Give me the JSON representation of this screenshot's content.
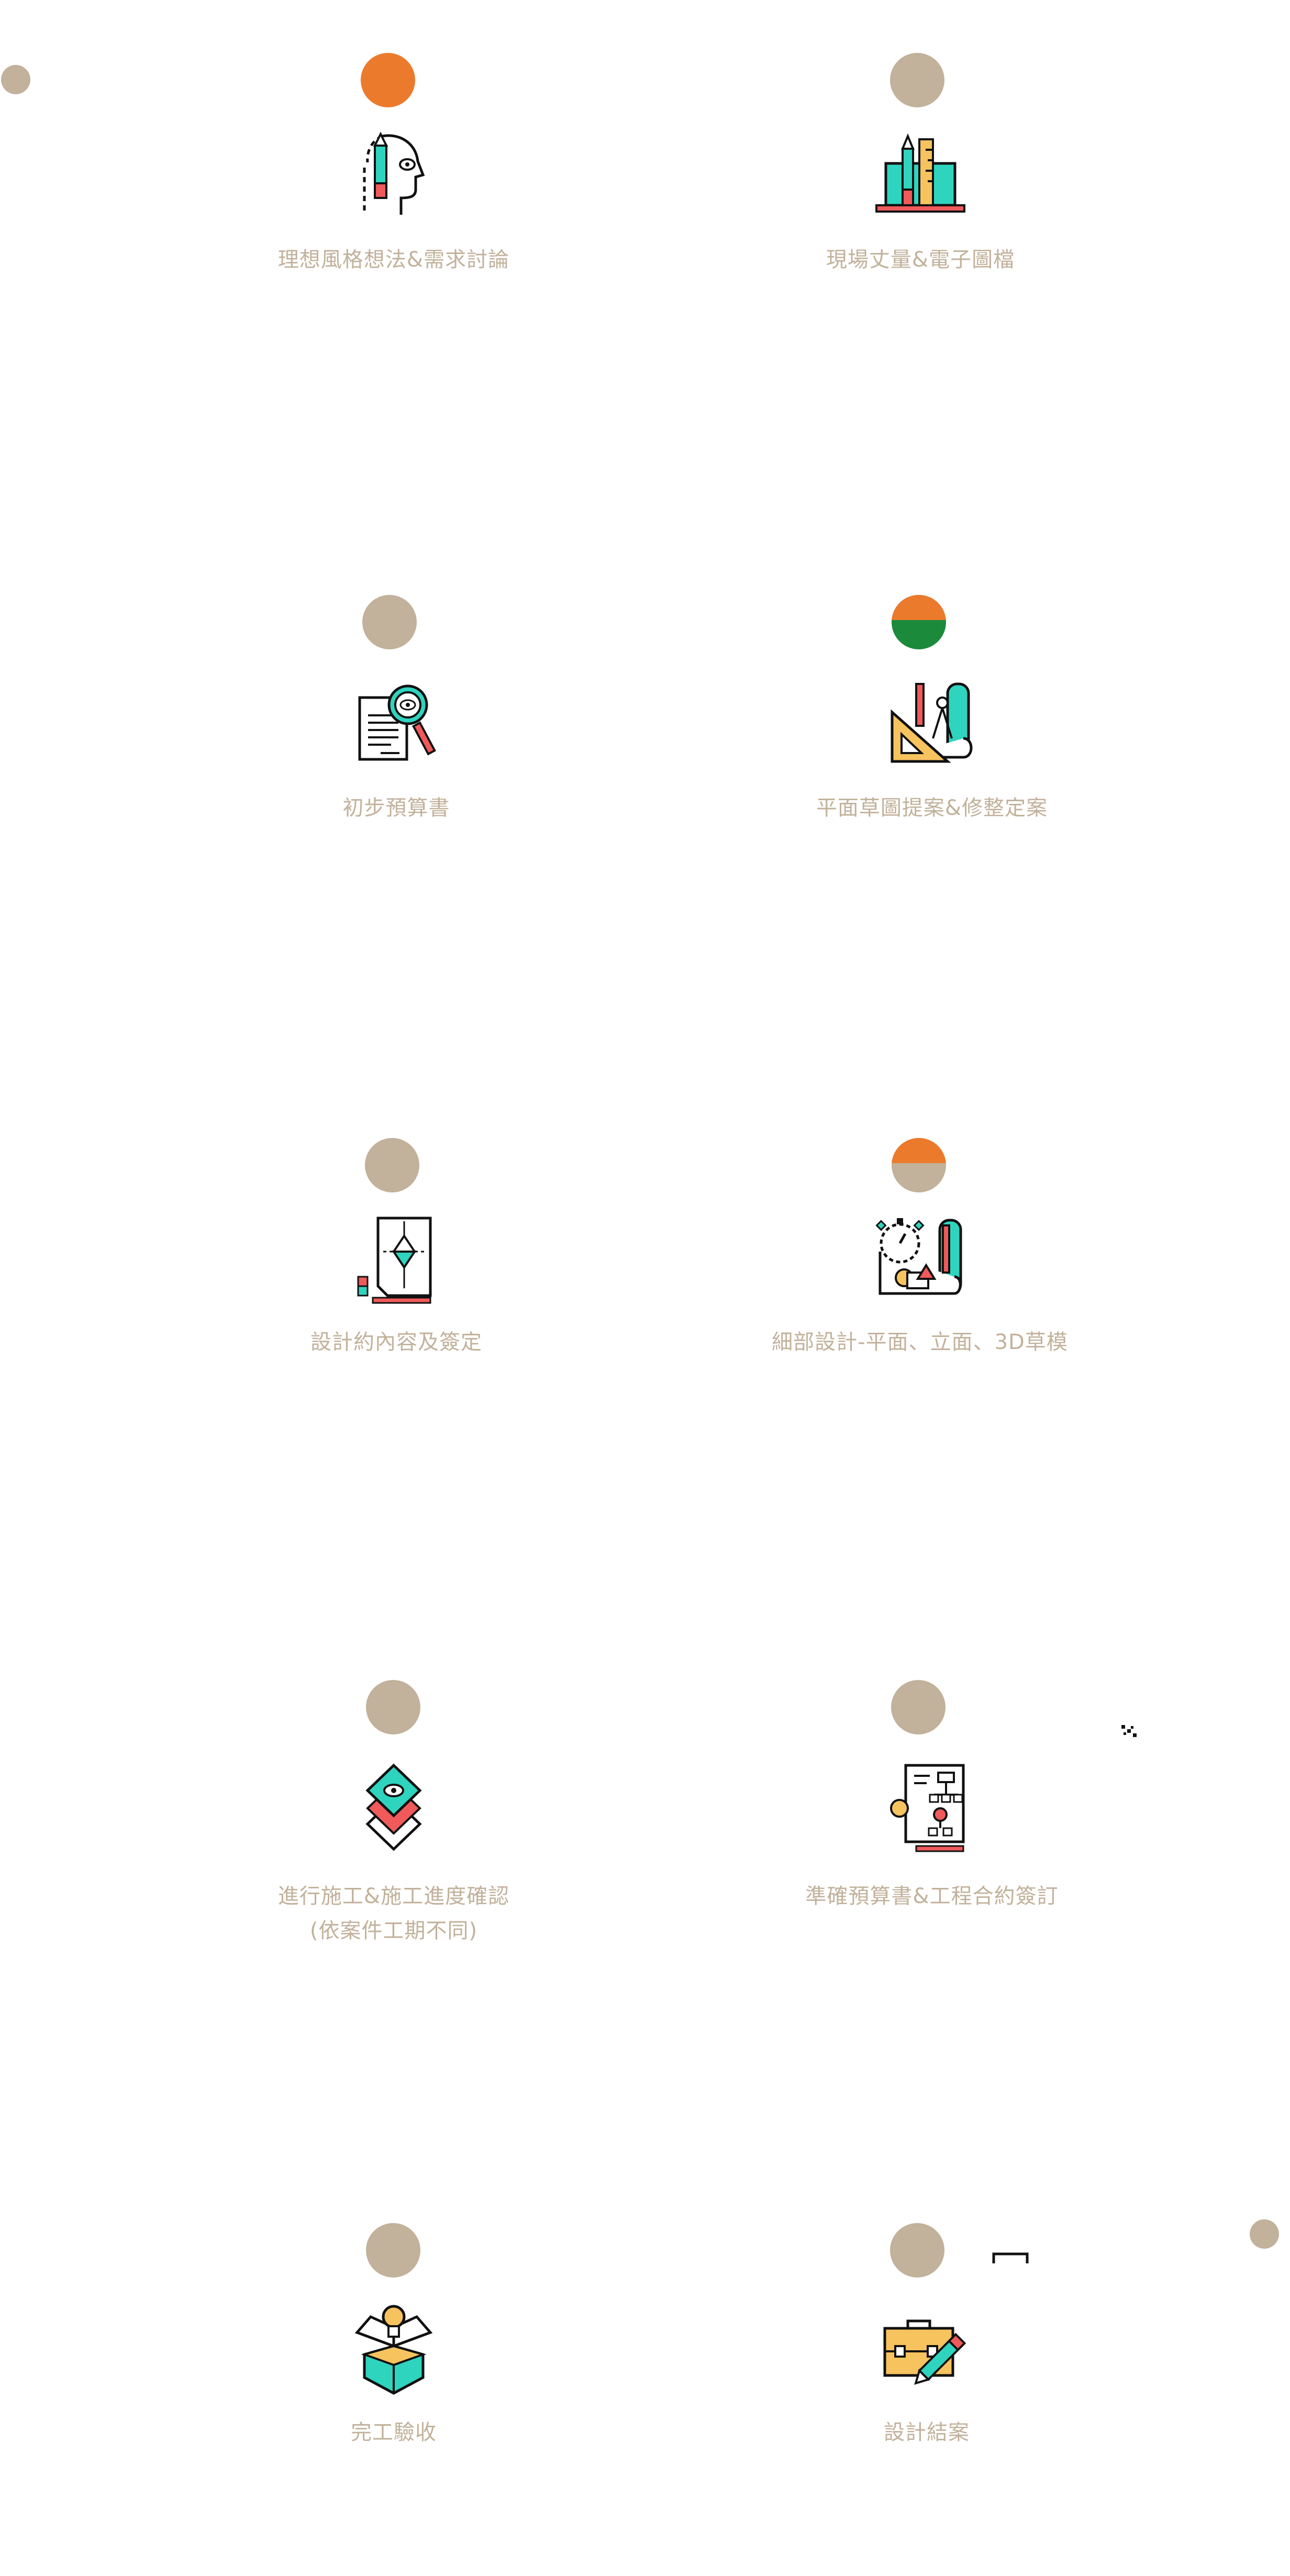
{
  "colors": {
    "accent_orange": "#ec7a2c",
    "tan": "#c2b19b",
    "green": "#1b8a3a",
    "teal": "#2fd4bf",
    "red": "#f05a5a",
    "yellow": "#f7c35f",
    "label": "#c2b19b"
  },
  "steps": [
    {
      "label": "理想風格想法&需求討論",
      "icon": "head-pencil-eye-icon",
      "status": "active"
    },
    {
      "label": "現場丈量&電子圖檔",
      "icon": "laptop-ruler-pencil-icon",
      "status": "inactive"
    },
    {
      "label": "初步預算書",
      "icon": "document-magnifier-icon",
      "status": "inactive"
    },
    {
      "label": "平面草圖提案&修整定案",
      "icon": "drafting-tools-blueprint-icon",
      "status": "split-orange-green"
    },
    {
      "label": "設計約內容及簽定",
      "icon": "contract-sign-icon",
      "status": "inactive"
    },
    {
      "label": "細部設計-平面、立面、3D草模",
      "icon": "stopwatch-blueprint-icon",
      "status": "split-orange-tan"
    },
    {
      "label": "進行施工&施工進度確認\n(依案件工期不同)",
      "icon": "layers-eye-icon",
      "status": "inactive"
    },
    {
      "label": "準確預算書&工程合約簽訂",
      "icon": "organization-chart-paper-icon",
      "status": "inactive"
    },
    {
      "label": "完工驗收",
      "icon": "box-lightbulb-icon",
      "status": "inactive"
    },
    {
      "label": "設計結案",
      "icon": "toolbox-pencil-icon",
      "status": "inactive"
    }
  ]
}
